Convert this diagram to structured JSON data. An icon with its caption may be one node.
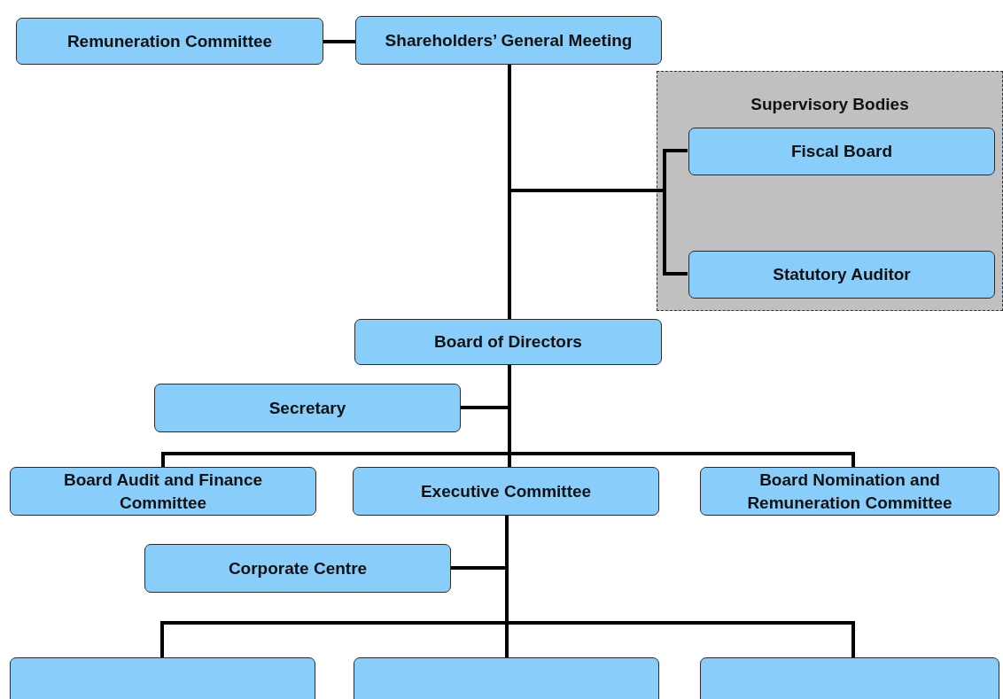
{
  "diagram": {
    "nodes": [
      {
        "text": [
          "Remuneration Committee"
        ]
      },
      {
        "text": [
          "Shareholders’ General Meeting"
        ]
      },
      {
        "text": [
          "Supervisory Bodies"
        ]
      },
      {
        "text": [
          "Fiscal Board"
        ],
        "in": 2
      },
      {
        "text": [
          "Statutory Auditor"
        ],
        "in": 2
      },
      {
        "text": [
          "Board of Directors"
        ]
      },
      {
        "text": [
          "Secretary"
        ]
      },
      {
        "text": [
          "Board Audit and Finance Committee"
        ]
      },
      {
        "text": [
          "Executive Committee"
        ]
      },
      {
        "text": [
          "Board Nomination and Remuneration Committee"
        ]
      },
      {
        "text": [
          "Corporate Centre"
        ]
      },
      {
        "text": [],
        "shape": "box"
      },
      {
        "text": [],
        "shape": "box"
      },
      {
        "text": [],
        "shape": "box"
      }
    ],
    "edges": [
      {
        "from": 0,
        "to": 1,
        "arrow": "none"
      },
      {
        "from": 1,
        "to": 5,
        "arrow": "none"
      },
      {
        "from": 1,
        "to": 3,
        "arrow": "none"
      },
      {
        "from": 1,
        "to": 4,
        "arrow": "none"
      },
      {
        "from": 5,
        "to": 6,
        "arrow": "none"
      },
      {
        "from": 5,
        "to": 7,
        "arrow": "none"
      },
      {
        "from": 5,
        "to": 8,
        "arrow": "none"
      },
      {
        "from": 5,
        "to": 9,
        "arrow": "none"
      },
      {
        "from": 8,
        "to": 10,
        "arrow": "none"
      },
      {
        "from": 8,
        "to": 11,
        "arrow": "none"
      },
      {
        "from": 8,
        "to": 12,
        "arrow": "none"
      },
      {
        "from": 8,
        "to": 13,
        "arrow": "none"
      }
    ]
  }
}
